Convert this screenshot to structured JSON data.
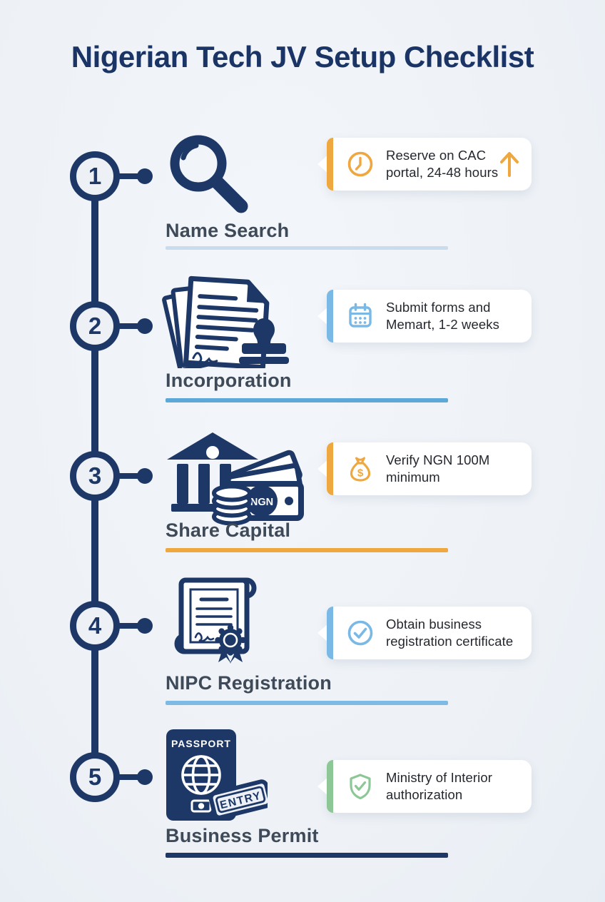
{
  "title": "Nigerian Tech JV Setup Checklist",
  "colors": {
    "background": "#edf1f6",
    "navy": "#1d3866",
    "title": "#1a3465",
    "label": "#3f4a58",
    "text": "#24282e",
    "orange": "#efa73f",
    "blue": "#7ab8e5",
    "green": "#8cc795",
    "white": "#ffffff"
  },
  "icon_texts": {
    "ngn_label": "NGN",
    "passport_label": "PASSPORT",
    "entry_label": "ENTRY"
  },
  "steps": [
    {
      "number": "1",
      "label": "Name Search",
      "icon": "magnifier-icon",
      "underline_color": "#c8dcee",
      "callout": {
        "accent": "#efa73f",
        "icon": "clock-icon",
        "line1": "Reserve on CAC",
        "line2": "portal, 24-48 hours",
        "trailing_icon": "arrow-up-icon"
      }
    },
    {
      "number": "2",
      "label": "Incorporation",
      "icon": "documents-stamp-icon",
      "underline_color": "#5ca8d9",
      "callout": {
        "accent": "#7ab8e5",
        "icon": "calendar-icon",
        "line1": "Submit forms and",
        "line2": "Memart, 1-2 weeks"
      }
    },
    {
      "number": "3",
      "label": "Share Capital",
      "icon": "bank-money-icon",
      "underline_color": "#efa73f",
      "callout": {
        "accent": "#efa73f",
        "icon": "money-bag-icon",
        "line1": "Verify NGN 100M",
        "line2": "minimum"
      }
    },
    {
      "number": "4",
      "label": "NIPC Registration",
      "icon": "certificate-icon",
      "underline_color": "#7dbbe4",
      "callout": {
        "accent": "#7ab8e5",
        "icon": "check-circle-icon",
        "line1": "Obtain business",
        "line2": "registration certificate"
      }
    },
    {
      "number": "5",
      "label": "Business Permit",
      "icon": "passport-icon",
      "underline_color": "#1d3866",
      "callout": {
        "accent": "#8cc795",
        "icon": "shield-check-icon",
        "line1": "Ministry of Interior",
        "line2": "authorization"
      }
    }
  ]
}
